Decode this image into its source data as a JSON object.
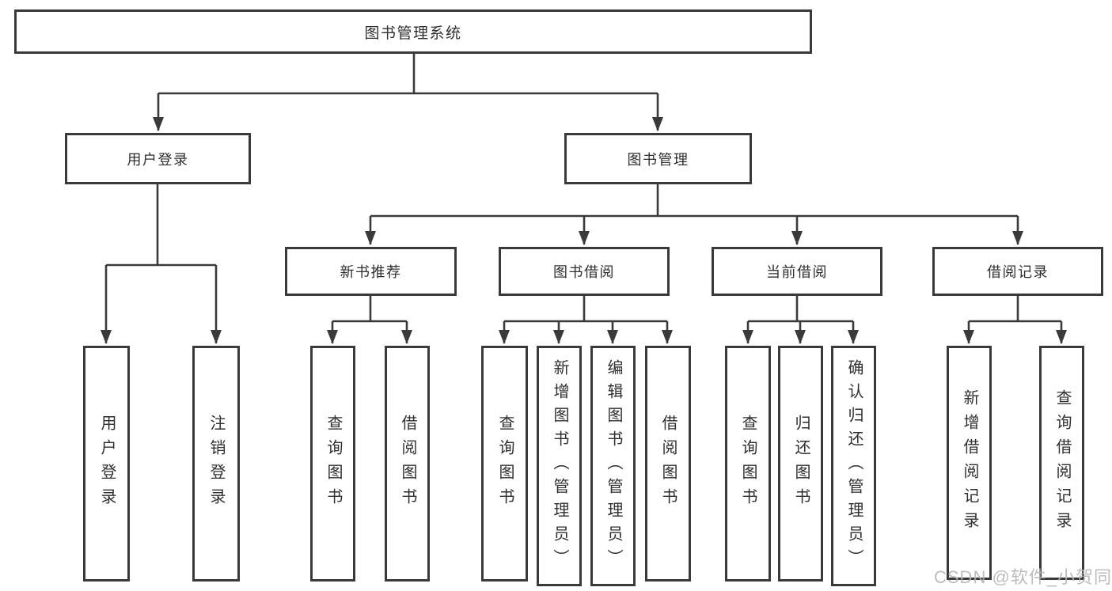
{
  "colors": {
    "background": "#ffffff",
    "line": "#3a3a3a",
    "box_border": "#3a3a3a",
    "text": "#2f2f2f",
    "watermark": "#b6b6b6"
  },
  "watermark": {
    "text": "CSDN @软件_小贺同学"
  },
  "tree": {
    "root": {
      "label": "图书管理系统"
    },
    "branches": [
      {
        "label": "用户登录",
        "children": [
          {
            "label": "用户登录"
          },
          {
            "label": "注销登录"
          }
        ]
      },
      {
        "label": "图书管理",
        "groups": [
          {
            "label": "新书推荐",
            "children": [
              {
                "label": "查询图书"
              },
              {
                "label": "借阅图书"
              }
            ]
          },
          {
            "label": "图书借阅",
            "children": [
              {
                "label": "查询图书"
              },
              {
                "label": "新增图书（管理员）"
              },
              {
                "label": "编辑图书（管理员）"
              },
              {
                "label": "借阅图书"
              }
            ]
          },
          {
            "label": "当前借阅",
            "children": [
              {
                "label": "查询图书"
              },
              {
                "label": "归还图书"
              },
              {
                "label": "确认归还（管理员）"
              }
            ]
          },
          {
            "label": "借阅记录",
            "children": [
              {
                "label": "新增借阅记录"
              },
              {
                "label": "查询借阅记录"
              }
            ]
          }
        ]
      }
    ]
  }
}
